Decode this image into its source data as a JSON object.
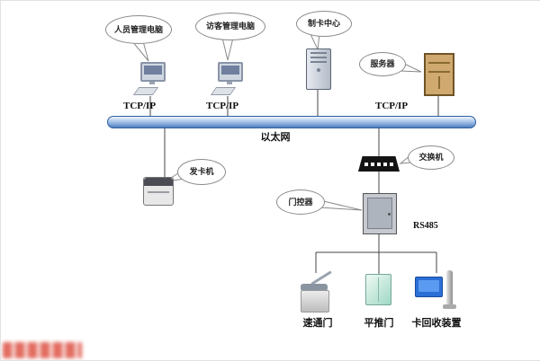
{
  "nodes": {
    "personnel_pc": {
      "label": "人员管理电脑"
    },
    "visitor_pc": {
      "label": "访客管理电脑"
    },
    "card_center": {
      "label": "制卡中心"
    },
    "server": {
      "label": "服务器"
    },
    "card_issuer": {
      "label": "发卡机"
    },
    "switch": {
      "label": "交换机"
    },
    "door_controller": {
      "label": "门控器"
    }
  },
  "labels": {
    "tcpip_left": "TCP/IP",
    "tcpip_mid": "TCP/IP",
    "tcpip_right": "TCP/IP",
    "ethernet": "以太网",
    "rs485": "RS485",
    "speed_gate": "速通门",
    "swing_door": "平推门",
    "card_collector": "卡回收装置"
  },
  "colors": {
    "ethernet_bar": "#4f7fc0",
    "switch_body": "#141414",
    "server_body": "#cfa96f",
    "collector_screen": "#2a6fd6",
    "watermark_red": "#d83a2a"
  }
}
